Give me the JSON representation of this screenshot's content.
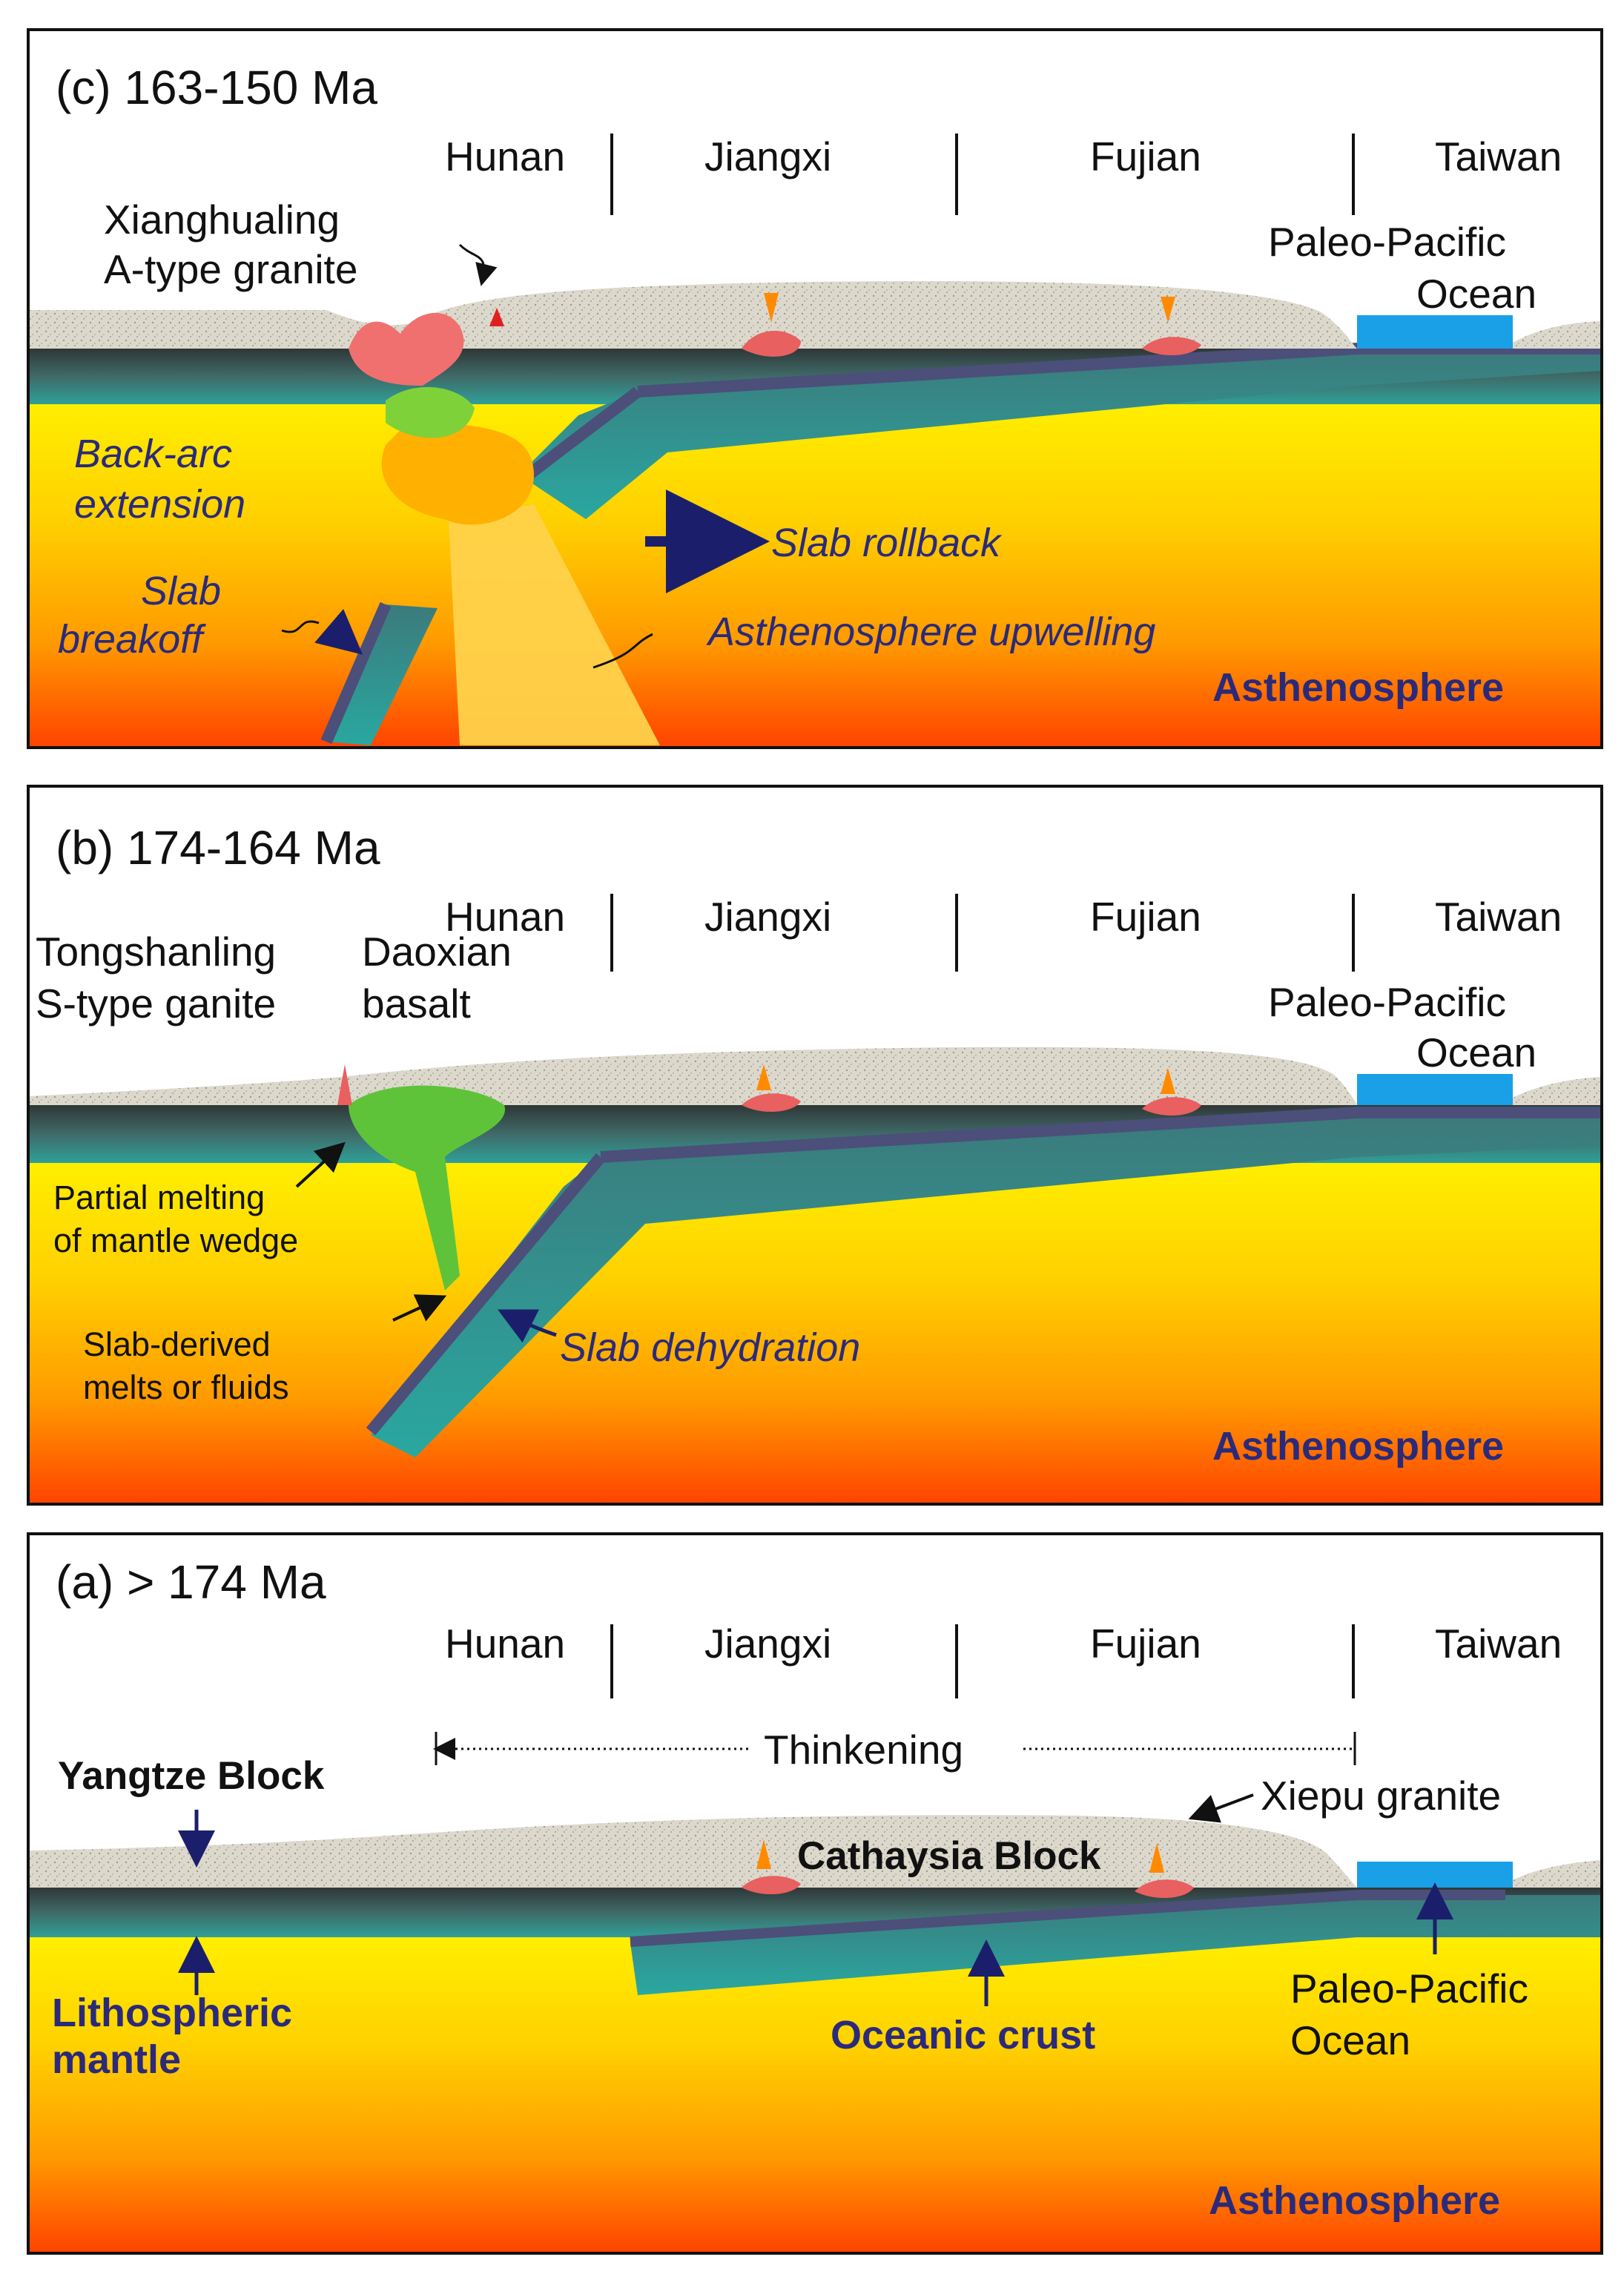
{
  "panels": [
    {
      "title": "(c) 163-150 Ma",
      "regions": [
        "Hunan",
        "Jiangxi",
        "Fujian",
        "Taiwan"
      ],
      "labels": {
        "xianghualing_1": "Xianghualing",
        "xianghualing_2": "A-type granite",
        "ocean_1": "Paleo-Pacific",
        "ocean_2": "Ocean",
        "backarc_1": "Back-arc",
        "backarc_2": "extension",
        "rollback": "Slab rollback",
        "breakoff_1": "Slab",
        "breakoff_2": "breakoff",
        "upwelling": "Asthenosphere upwelling",
        "asthenosphere": "Asthenosphere"
      }
    },
    {
      "title": "(b) 174-164 Ma",
      "regions": [
        "Hunan",
        "Jiangxi",
        "Fujian",
        "Taiwan"
      ],
      "labels": {
        "tong_1": "Tongshanling",
        "tong_2": "S-type ganite",
        "dao_1": "Daoxian",
        "dao_2": "basalt",
        "ocean_1": "Paleo-Pacific",
        "ocean_2": "Ocean",
        "pm_1": "Partial melting",
        "pm_2": "of mantle wedge",
        "sd_1": "Slab-derived",
        "sd_2": "melts or fluids",
        "dehydration": "Slab dehydration",
        "asthenosphere": "Asthenosphere"
      }
    },
    {
      "title": "(a) > 174 Ma",
      "regions": [
        "Hunan",
        "Jiangxi",
        "Fujian",
        "Taiwan"
      ],
      "labels": {
        "thickening": "Thinkening",
        "yangtze": "Yangtze Block",
        "xiepu": "Xiepu granite",
        "cathaysia": "Cathaysia Block",
        "litho_1": "Lithospheric",
        "litho_2": "mantle",
        "oceanic": "Oceanic crust",
        "ocean_1": "Paleo-Pacific",
        "ocean_2": "Ocean",
        "asthenosphere": "Asthenosphere"
      }
    }
  ],
  "colors": {
    "asthenosphere_top": "#ffe600",
    "asthenosphere_bottom": "#ff4a00",
    "crust": "#d9d4c8",
    "lithosphere": "#3d4a4a",
    "slab": "#4b4f7a",
    "ocean": "#1aa0e6",
    "label_blue": "#2b2a7a"
  }
}
